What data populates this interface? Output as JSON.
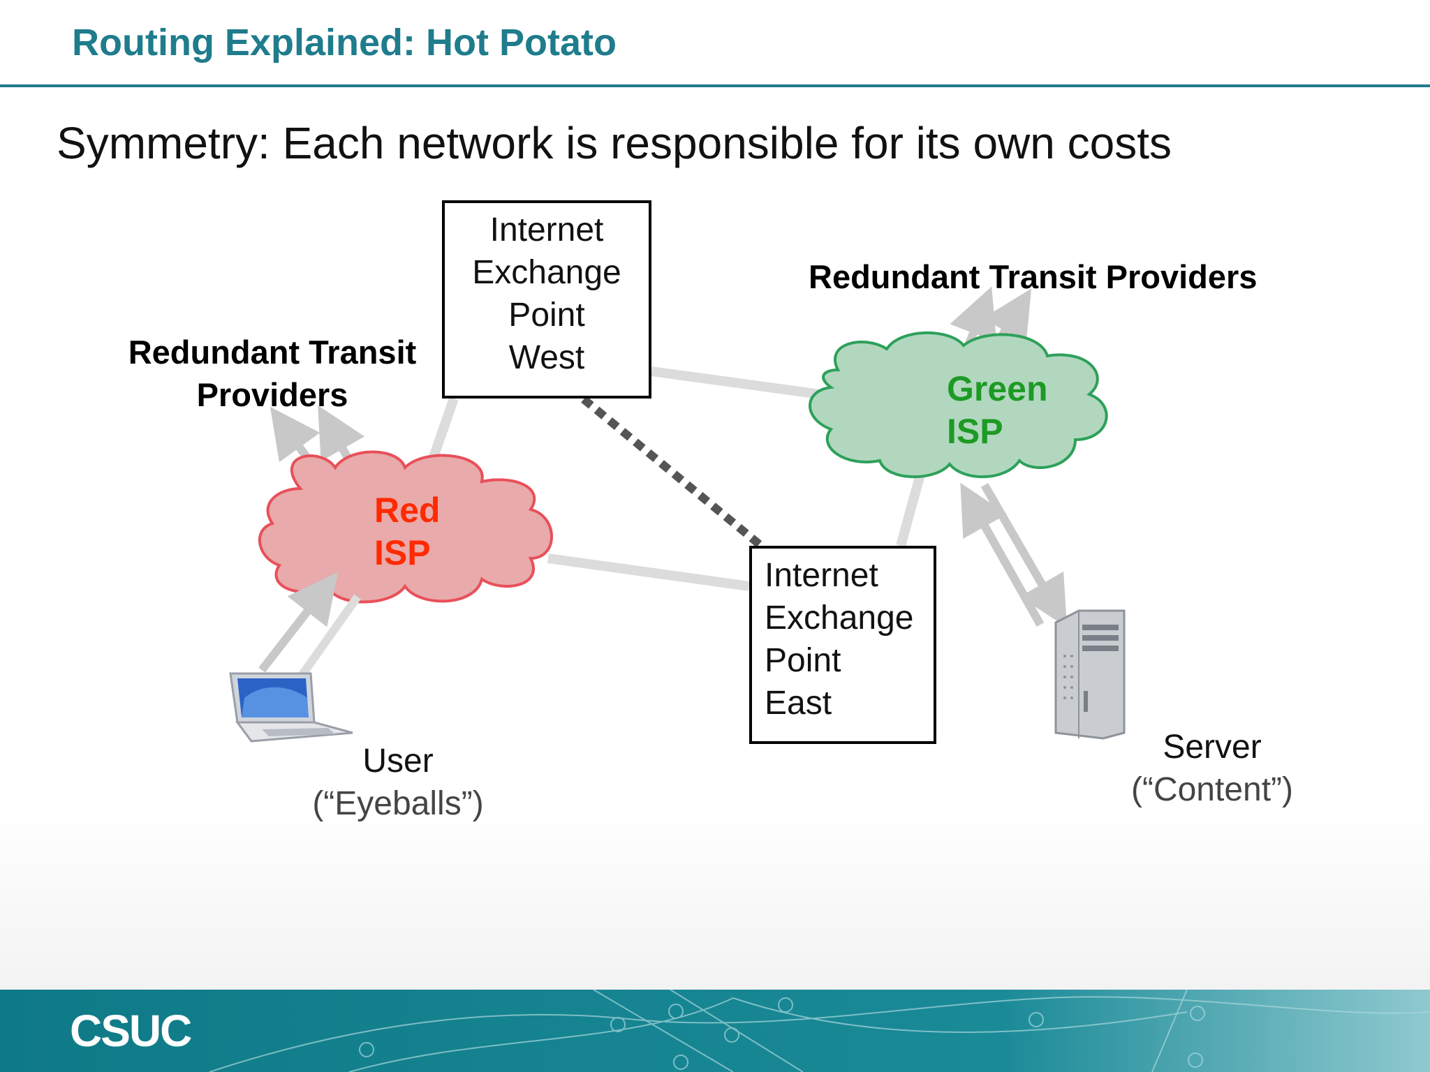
{
  "title": "Routing Explained: Hot Potato",
  "subtitle": "Symmetry: Each network is responsible for its own costs",
  "ixp_west": {
    "lines": [
      "Internet",
      "Exchange",
      "Point",
      "West"
    ]
  },
  "ixp_east": {
    "lines": [
      "Internet",
      "Exchange",
      "Point",
      "East"
    ]
  },
  "transit_left": {
    "lines": [
      "Redundant Transit",
      "Providers"
    ]
  },
  "transit_right": {
    "label": "Redundant Transit Providers"
  },
  "red_isp": {
    "lines": [
      "Red",
      "ISP"
    ],
    "color": "#ff2a00",
    "fill": "#e8aaaa",
    "stroke": "#e8505a"
  },
  "green_isp": {
    "lines": [
      "Green",
      "ISP"
    ],
    "color": "#1e9a24",
    "fill": "#b1d8bf",
    "stroke": "#2ea05a"
  },
  "user": {
    "name": "User",
    "role": "(“Eyeballs”)",
    "icon": "laptop-icon"
  },
  "server": {
    "name": "Server",
    "role": "(“Content”)",
    "icon": "server-tower-icon"
  },
  "footer": {
    "logo": "CSUC",
    "band_color": "#0f7a87"
  },
  "colors": {
    "title": "#1f7c8c",
    "link": "#dcdcdc",
    "arrow": "#c8c8c8",
    "dotted_link": "#555555"
  }
}
